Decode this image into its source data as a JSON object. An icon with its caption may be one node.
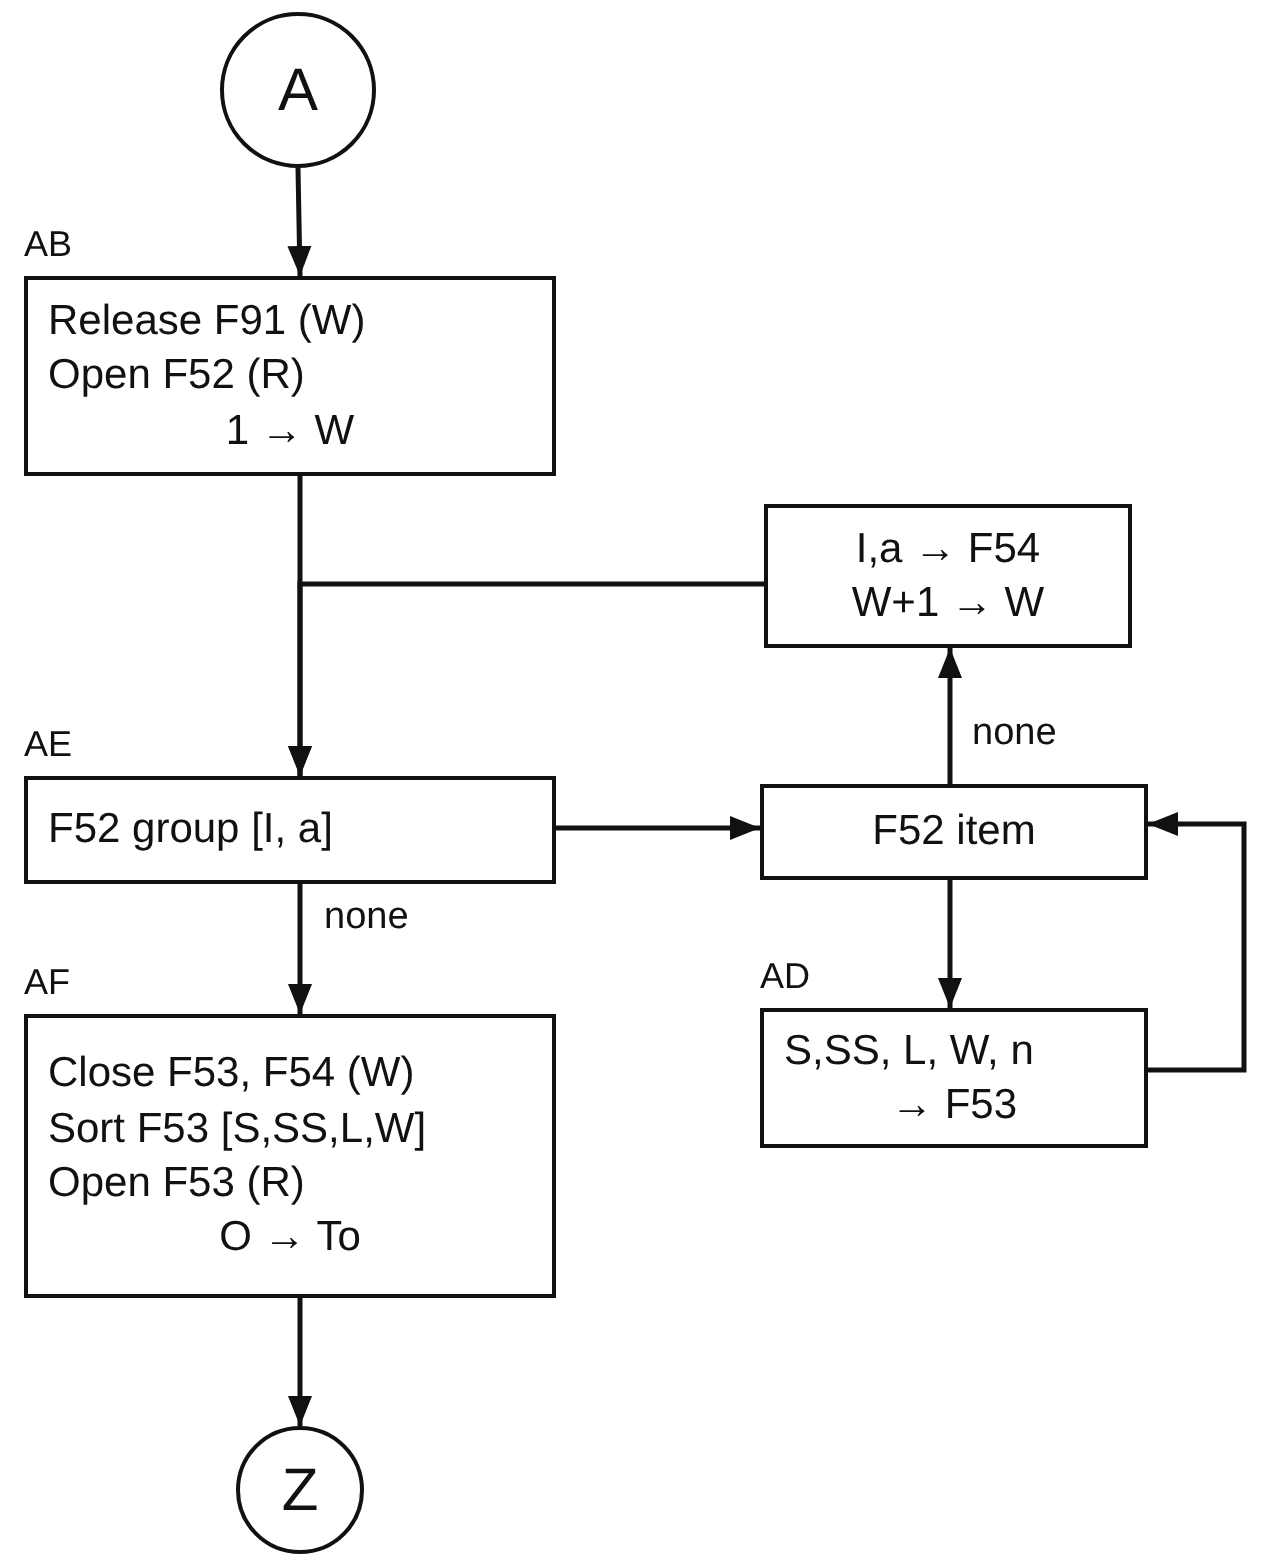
{
  "diagram": {
    "nodes": [
      {
        "text": [
          "A"
        ]
      },
      {
        "text": [
          "Release F91 (W)",
          "Open F52 (R)",
          "1 → W"
        ],
        "beside": [
          "AB"
        ]
      },
      {
        "text": [
          "I,a → F54",
          "W+1 → W"
        ]
      },
      {
        "text": [
          "F52 group [I, a]"
        ],
        "beside": [
          "AE"
        ]
      },
      {
        "text": [
          "F52 item"
        ]
      },
      {
        "text": [
          "Close F53, F54 (W)",
          "Sort F53 [S,SS,L,W]",
          "Open F53 (R)",
          "O → To"
        ],
        "beside": [
          "AF"
        ]
      },
      {
        "text": [
          "S,SS, L, W, n",
          "→ F53"
        ],
        "beside": [
          "AD"
        ]
      },
      {
        "text": [
          "Z"
        ]
      }
    ],
    "edges": [
      {
        "from": 0,
        "to": 1,
        "arrow": "to"
      },
      {
        "from": 1,
        "to": 3,
        "arrow": "to"
      },
      {
        "from": 2,
        "to": 3,
        "arrow": "to"
      },
      {
        "from": 3,
        "to": 4,
        "arrow": "to"
      },
      {
        "from": 4,
        "to": 2,
        "arrow": "to",
        "label": "none"
      },
      {
        "from": 3,
        "to": 5,
        "arrow": "to",
        "label": "none"
      },
      {
        "from": 4,
        "to": 6,
        "arrow": "to"
      },
      {
        "from": 6,
        "to": 4,
        "arrow": "to"
      },
      {
        "from": 5,
        "to": 7,
        "arrow": "to"
      }
    ]
  }
}
